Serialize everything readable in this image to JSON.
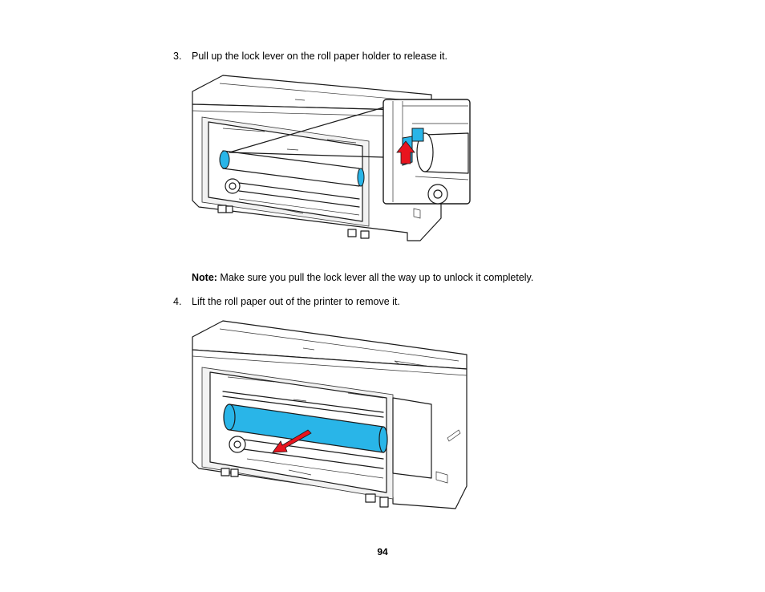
{
  "steps": [
    {
      "number": "3.",
      "text": "Pull up the lock lever on the roll paper holder to release it."
    },
    {
      "number": "4.",
      "text": "Lift the roll paper out of the printer to remove it."
    }
  ],
  "note": {
    "label": "Note:",
    "text": " Make sure you pull the lock lever all the way up to unlock it completely."
  },
  "page_number": "94",
  "colors": {
    "roll_paper": "#29b5e8",
    "arrow": "#e8141e",
    "line": "#1a1a1a"
  }
}
